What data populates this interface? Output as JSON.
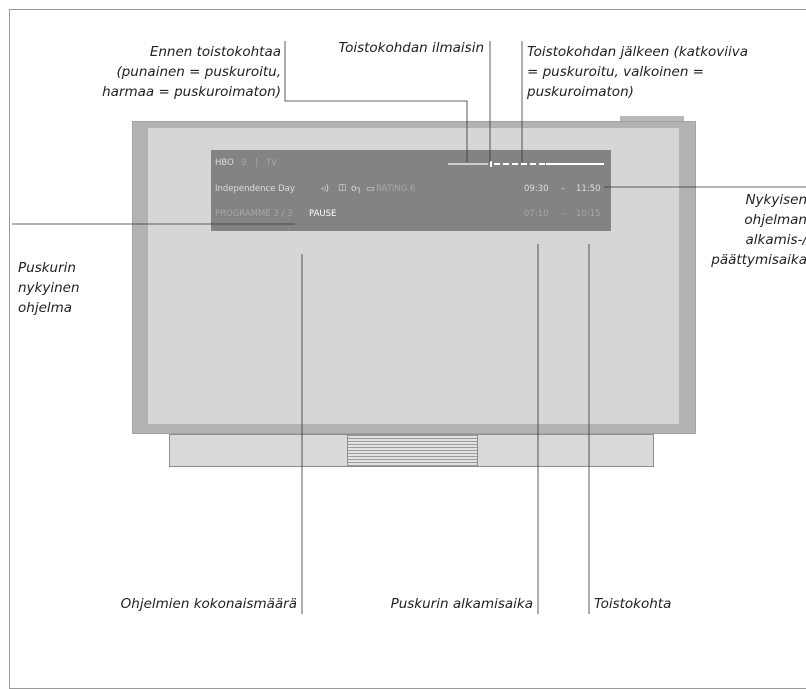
{
  "annotations": {
    "before_line1": "Ennen toistokohtaa",
    "before_line2": "(punainen = puskuroitu,",
    "before_line3": "harmaa = puskuroimaton)",
    "indicator": "Toistokohdan ilmaisin",
    "after_line1": "Toistokohdan jälkeen (katkoviiva",
    "after_line2": "= puskuroitu, valkoinen =",
    "after_line3": "puskuroimaton)",
    "current_times_line1": "Nykyisen",
    "current_times_line2": "ohjelman",
    "current_times_line3": "alkamis-/",
    "current_times_line4": "päättymisaika",
    "buffer_program_line1": "Puskurin",
    "buffer_program_line2": "nykyinen",
    "buffer_program_line3": "ohjelma",
    "total_programs": "Ohjelmien kokonaismäärä",
    "buffer_start": "Puskurin alkamisaika",
    "playback_point": "Toistokohta"
  },
  "osd": {
    "channel": "HBO",
    "channel_number": "9",
    "separator": "|",
    "source": "TV",
    "title": "Independence Day",
    "rating": "RATING 6",
    "time_start": "09:30",
    "time_dash": "–",
    "time_end": "11:50",
    "programme": "PROGRAMME 3 / 3",
    "status": "PAUSE",
    "buffer_start": "07:10",
    "buffer_dash": "–",
    "playback_time": "10:15",
    "icons": [
      "speaker-icon",
      "surround-icon",
      "key-icon",
      "subtitle-icon"
    ],
    "icon_glyphs": {
      "speaker": "◃)",
      "surround": "◫",
      "key": "o┐",
      "subtitle": "▭"
    }
  },
  "colors": {
    "osd_background": "#838383",
    "tv_frame": "#b3b3b3",
    "tv_screen": "#d6d6d6"
  }
}
